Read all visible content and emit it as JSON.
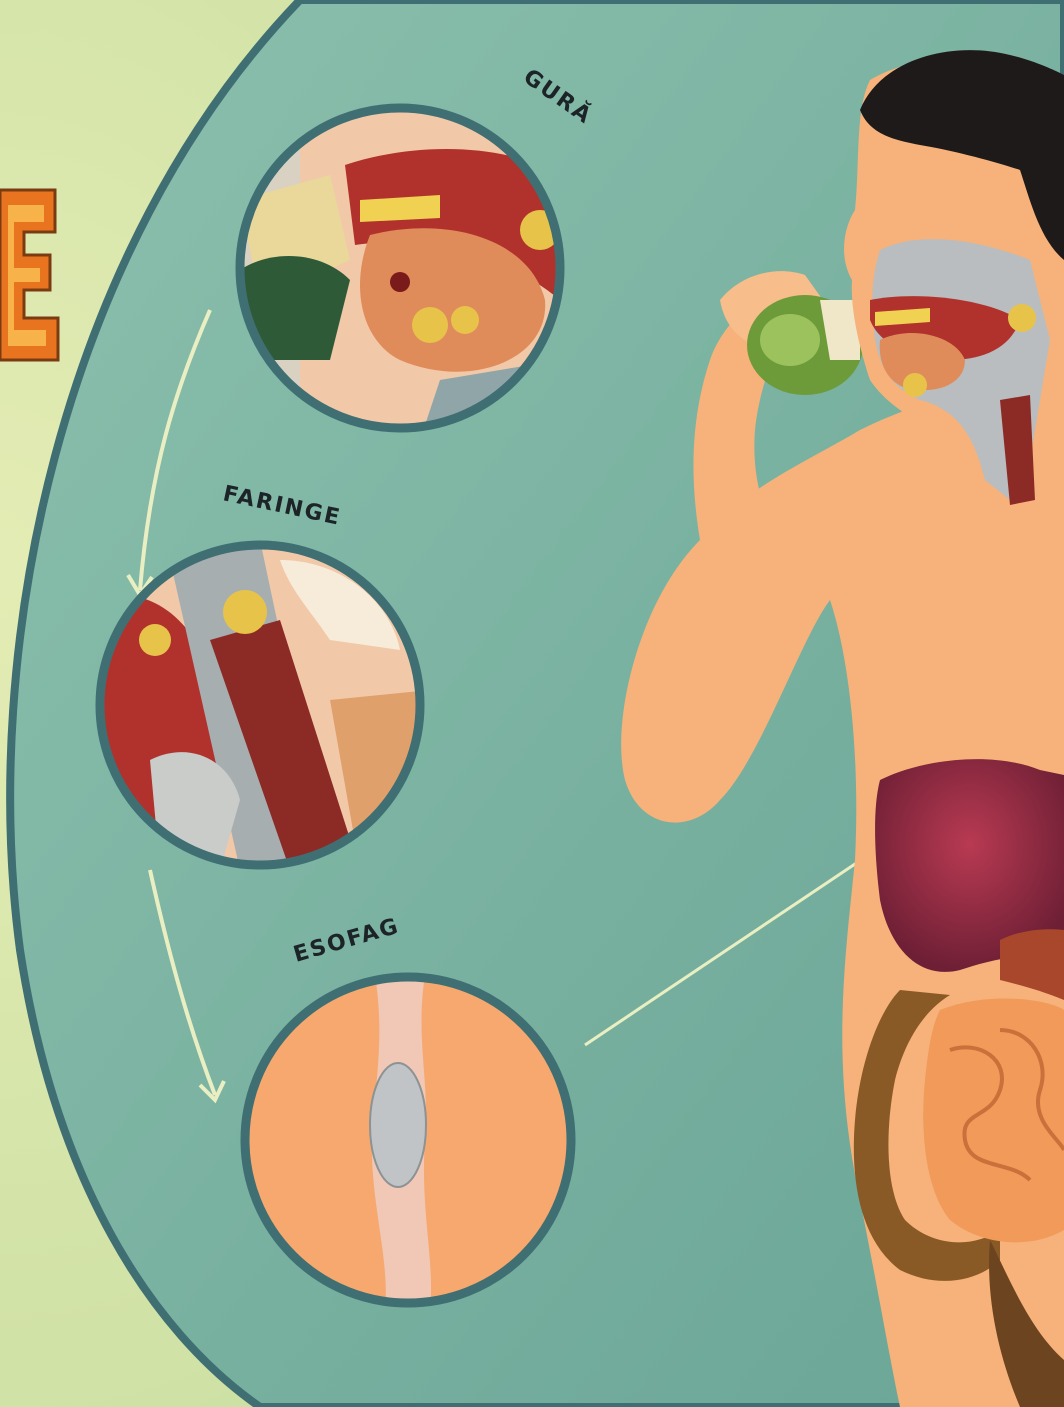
{
  "title_fragment": "E",
  "labels": {
    "mouth": "GURĂ",
    "pharynx": "FARINGE",
    "esophagus": "ESOFAG"
  },
  "colors": {
    "background": "#d9e6a8",
    "teal_panel": "#7fb3a3",
    "panel_border": "#3f6f73",
    "skin": "#f6b27a",
    "title_orange": "#e8741f",
    "arrow": "#e9efc2"
  }
}
